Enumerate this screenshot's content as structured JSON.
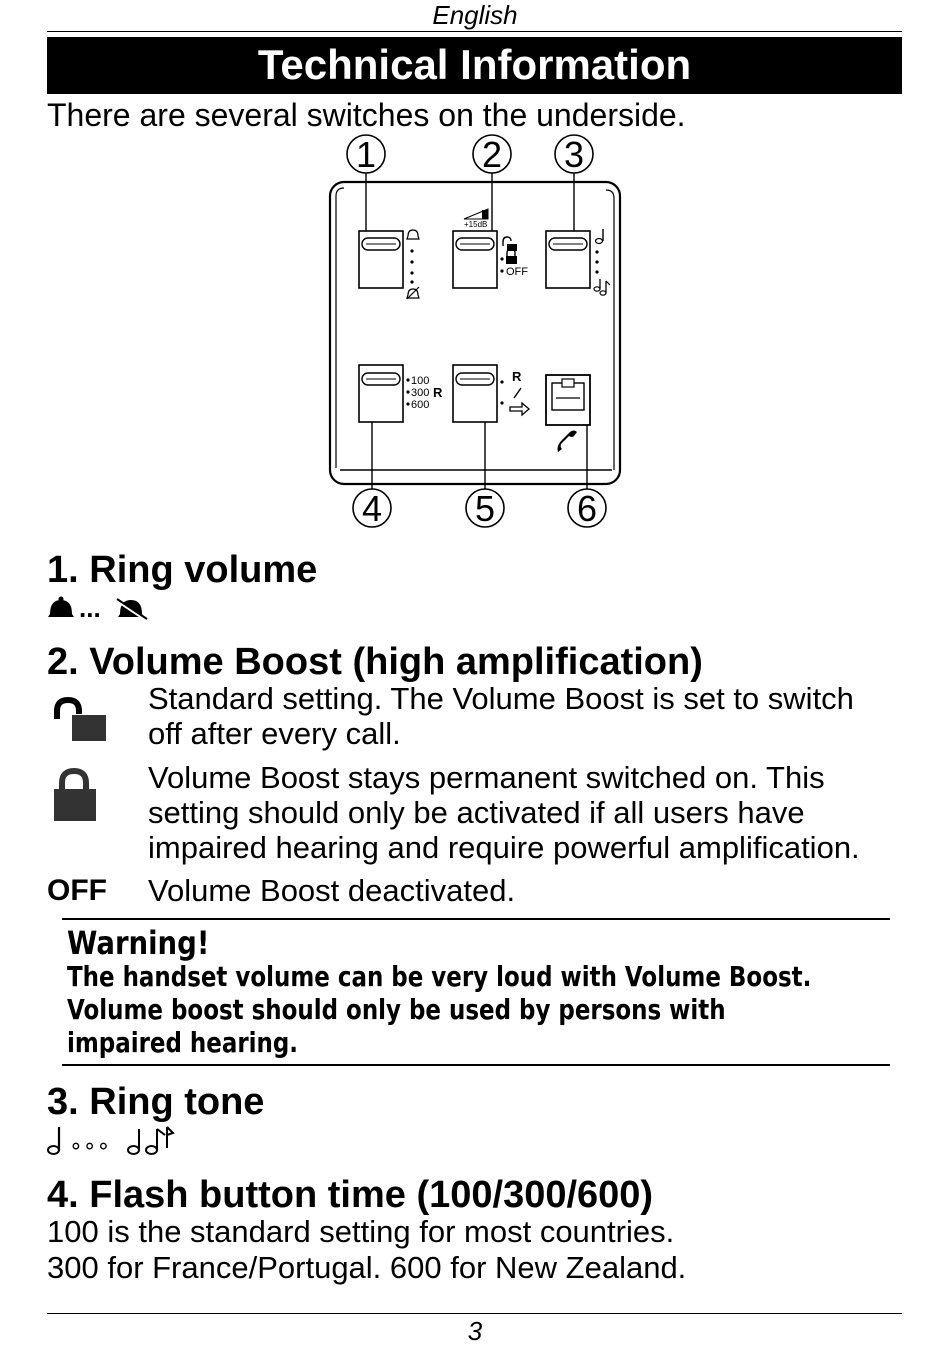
{
  "header": {
    "language": "English",
    "title": "Technical Information"
  },
  "intro": "There are several switches on the underside.",
  "diagram": {
    "callouts": [
      "1",
      "2",
      "3",
      "4",
      "5",
      "6"
    ],
    "labels": {
      "db": "+15dB",
      "off": "OFF",
      "f100": "100",
      "f300": "300",
      "f600": "600",
      "r_flash": "R",
      "r_switch": "R"
    },
    "icon_names": [
      "bell-icon",
      "bell-muted-icon",
      "volume-ramp-icon",
      "lock-open-icon",
      "lock-closed-icon",
      "note-single-icon",
      "note-double-icon",
      "phone-jack-icon",
      "handset-icon",
      "arrow-outline-icon"
    ]
  },
  "sections": {
    "ring_volume": {
      "title": "1. Ring volume",
      "dots": "..."
    },
    "volume_boost": {
      "title": "2. Volume Boost (high amplification)",
      "unlocked_text_1": "Standard setting. The Volume Boost is set to switch",
      "unlocked_text_2": "off after every call.",
      "locked_text_1": "Volume Boost stays permanent switched on. This",
      "locked_text_2": "setting should only be activated if all users have",
      "locked_text_3": "impaired hearing and require powerful amplification.",
      "off_label": "OFF",
      "off_text": "Volume Boost deactivated."
    },
    "warning": {
      "title": "Warning!",
      "line1": "The handset volume can be very loud with Volume Boost.",
      "line2": "Volume boost should only be used by persons with",
      "line3": "impaired hearing."
    },
    "ring_tone": {
      "title": "3. Ring tone",
      "dots": "∘∘∘"
    },
    "flash": {
      "title": "4. Flash button time (100/300/600)",
      "line1": "100 is the standard setting for most countries.",
      "line2": "300 for France/Portugal. 600 for New Zealand."
    }
  },
  "footer": {
    "page": "3"
  }
}
